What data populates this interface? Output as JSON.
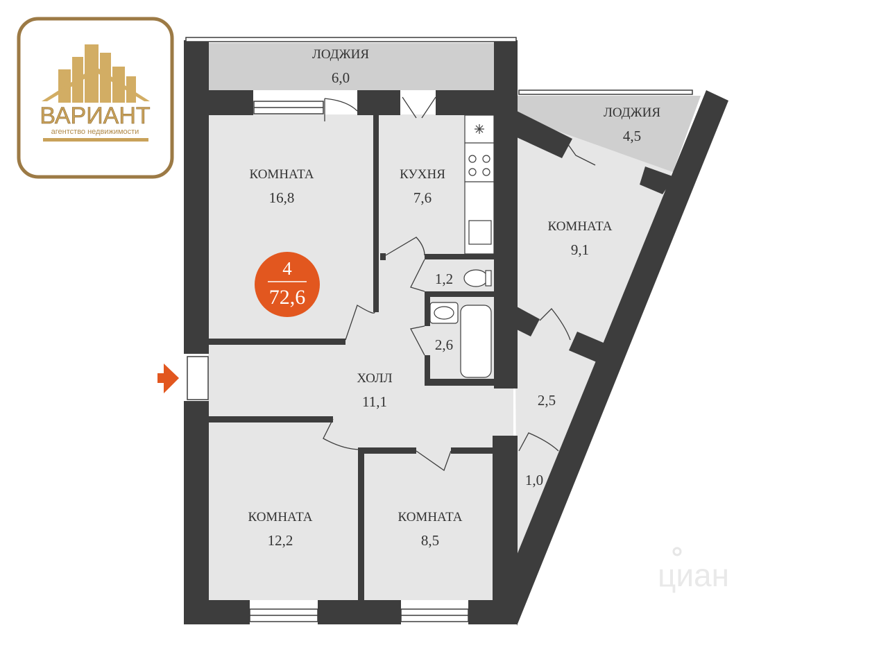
{
  "logo": {
    "brand": "ВАРИАНТ",
    "tagline": "агентство недвижимости"
  },
  "badge": {
    "rooms": "4",
    "total_area": "72,6"
  },
  "watermark": "циан",
  "rooms": {
    "loggia_top": {
      "name": "ЛОДЖИЯ",
      "area": "6,0"
    },
    "loggia_right": {
      "name": "ЛОДЖИЯ",
      "area": "4,5"
    },
    "room_1": {
      "name": "КОМНАТА",
      "area": "16,8"
    },
    "kitchen": {
      "name": "КУХНЯ",
      "area": "7,6"
    },
    "room_2": {
      "name": "КОМНАТА",
      "area": "9,1"
    },
    "wc": {
      "area": "1,2"
    },
    "bathroom": {
      "area": "2,6"
    },
    "hall": {
      "name": "ХОЛЛ",
      "area": "11,1"
    },
    "corridor": {
      "area": "2,5"
    },
    "storage": {
      "area": "1,0"
    },
    "room_3": {
      "name": "КОМНАТА",
      "area": "12,2"
    },
    "room_4": {
      "name": "КОМНАТА",
      "area": "8,5"
    }
  },
  "colors": {
    "wall": "#3d3d3d",
    "floor": "#e6e6e6",
    "loggia": "#cfcfcf",
    "badge": "#e2571f",
    "logo_gold": "#c9a25a",
    "logo_border": "#9c7a45"
  }
}
